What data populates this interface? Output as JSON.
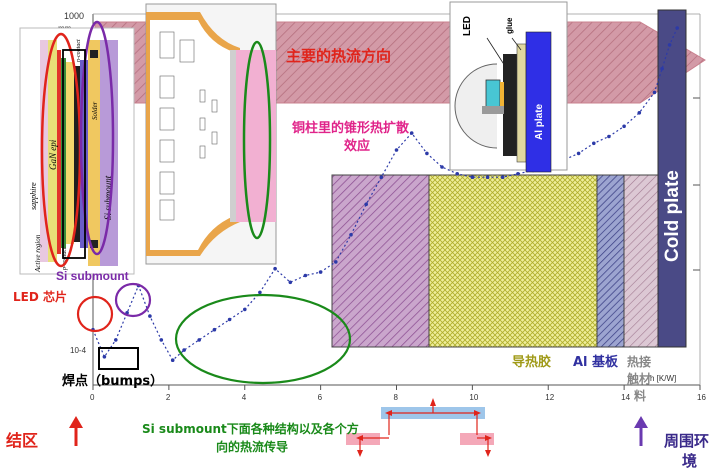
{
  "colors": {
    "red": "#e0241b",
    "magenta": "#e0248a",
    "purple": "#7a2aa8",
    "olive": "#a09a18",
    "green": "#1a8a1a",
    "blue_dark": "#3030a0",
    "curve": "#2c3aa8",
    "cold_plate": "#4a4a86"
  },
  "labels": {
    "main_heat_direction": "主要的热流方向",
    "spreading_effect_line1": "铜柱里的锥形热扩散",
    "spreading_effect_line2": "效应",
    "si_submount": "Si submount",
    "led_chip": "LED 芯片",
    "bumps": "焊点（bumps）",
    "junction": "结区",
    "ambient": "周围环境",
    "below_submount_line1": "Si submount下面各种结构以及各个方",
    "below_submount_line2": "向的热流传导",
    "thermal_paste": "导热胶",
    "al_substrate": "Al 基板",
    "contact_line1": "热接",
    "contact_line2": "触材",
    "contact_line3": "料",
    "cold_plate": "Cold plate"
  },
  "led_figure": {
    "led": "LED",
    "glue": "glue",
    "al_plate": "Al plate"
  },
  "chip_figure": {
    "sapphire": "sapphire",
    "gan_epi": "GaN epi",
    "active_region": "Active region",
    "n_contact": "n-contact",
    "p_contact": "p-contact",
    "solder": "Solder",
    "si_submount": "Si submount"
  },
  "axis": {
    "y_top": "1000",
    "y_top_unit": "mm",
    "y_bottom": "10-4",
    "x_unit_text": "h [K/W]",
    "x_ticks": [
      "0",
      "2",
      "4",
      "6",
      "8",
      "10",
      "12",
      "14",
      "16"
    ]
  },
  "chart_data": {
    "type": "line",
    "x": [
      0,
      0.3,
      0.6,
      0.9,
      1.2,
      1.5,
      1.8,
      2.1,
      2.4,
      2.8,
      3.2,
      3.6,
      4.0,
      4.4,
      4.8,
      5.2,
      5.6,
      6.0,
      6.4,
      6.8,
      7.2,
      7.6,
      8.0,
      8.4,
      8.8,
      9.2,
      9.6,
      10.0,
      10.4,
      10.8,
      11.2,
      11.6,
      12.0,
      12.4,
      12.8,
      13.2,
      13.6,
      14.0,
      14.4,
      14.8,
      15.0,
      15.2,
      15.4
    ],
    "y_frac": [
      0.11,
      0.03,
      0.08,
      0.16,
      0.24,
      0.15,
      0.08,
      0.02,
      0.05,
      0.08,
      0.11,
      0.14,
      0.17,
      0.22,
      0.29,
      0.25,
      0.27,
      0.28,
      0.31,
      0.39,
      0.48,
      0.56,
      0.64,
      0.69,
      0.63,
      0.59,
      0.57,
      0.56,
      0.56,
      0.56,
      0.57,
      0.58,
      0.59,
      0.61,
      0.63,
      0.66,
      0.68,
      0.71,
      0.75,
      0.81,
      0.88,
      0.95,
      1.0
    ],
    "x_range": [
      0,
      16
    ],
    "ylim": [
      0,
      1
    ],
    "xlabel": "h [K/W]"
  }
}
